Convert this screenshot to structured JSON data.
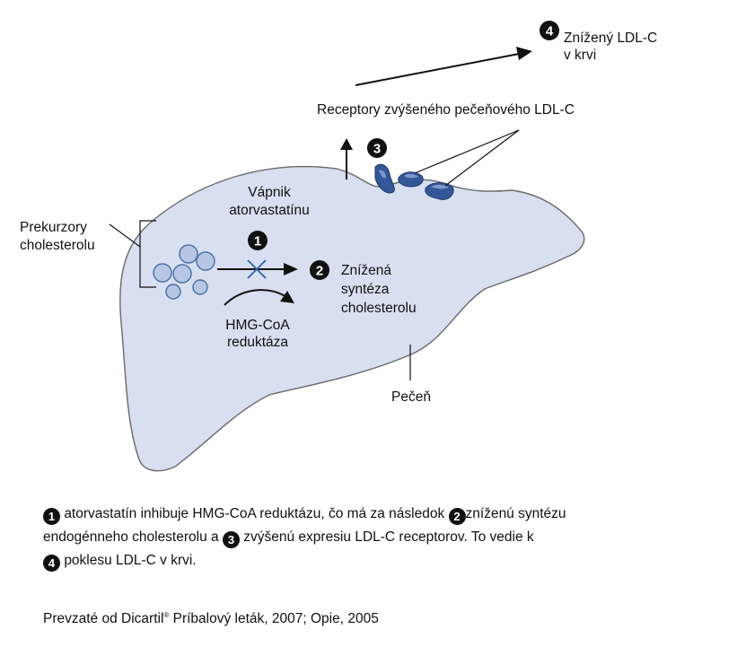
{
  "labels": {
    "result_ldl": [
      "Znížený LDL-C",
      "v krvi"
    ],
    "receptors": "Receptory zvýšeného pečeňového LDL-C",
    "atorvastatin": [
      "Vápnik",
      "atorvastatínu"
    ],
    "precursors": [
      "Prekurzory",
      "cholesterolu"
    ],
    "reduced_synthesis": [
      "Znížená",
      "syntéza",
      "cholesterolu"
    ],
    "enzyme": [
      "HMG-CoA",
      "reduktáza"
    ],
    "liver": "Pečeň"
  },
  "badges": {
    "b1": "1",
    "b2": "2",
    "b3": "3",
    "b4": "4"
  },
  "caption": {
    "line1_a": "atorvastatín inhibuje HMG-CoA reduktázu, čo má za následok",
    "line1_b": "zníženú syntézu",
    "line2_a": "endogénneho cholesterolu a",
    "line2_b": "zvýšenú expresiu LDL-C receptorov. To vedie k",
    "line3": "poklesu LDL-C v krvi."
  },
  "source": {
    "prefix": "Prevzaté od Dicartil",
    "reg": "®",
    "rest": "Príbalový leták, 2007; Opie, 2005"
  },
  "colors": {
    "liver_fill": "#d7dff0",
    "liver_stroke": "#6a6a6a",
    "molecule_fill": "#b6c6e4",
    "molecule_stroke": "#4a6fa5",
    "inhibition_x": "#2f5fa8",
    "receptor": "#34579a",
    "badge": "#111111"
  }
}
